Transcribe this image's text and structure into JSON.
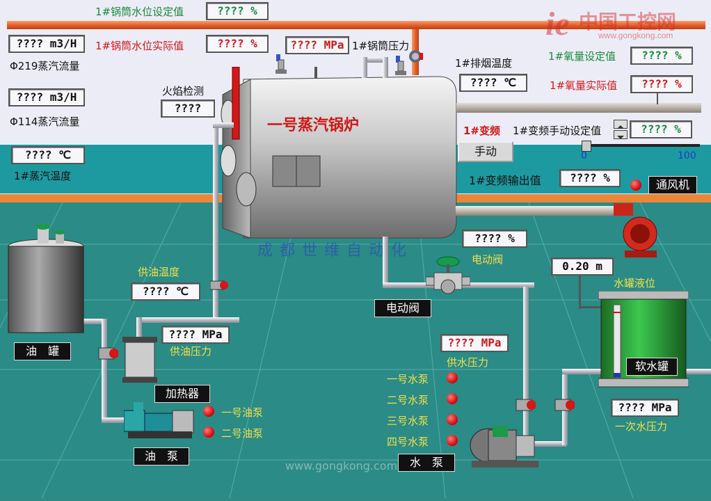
{
  "labels": {
    "drum_level_set": "1#锅筒水位设定值",
    "drum_level_actual": "1#锅筒水位实际值",
    "drum_pressure": "1#锅筒压力",
    "flow_219": "Φ219蒸汽流量",
    "flow_114": "Φ114蒸汽流量",
    "steam_temp": "1#蒸汽温度",
    "flame_detect": "火焰检测",
    "boiler_name": "一号蒸汽锅炉",
    "exhaust_temp": "1#排烟温度",
    "o2_set": "1#氧量设定值",
    "o2_actual": "1#氧量实际值",
    "vfd": "1#变频",
    "vfd_manual_set": "1#变频手动设定值",
    "vfd_output": "1#变频输出值",
    "fan": "通风机",
    "watermark_cn": "成都世维自动化",
    "oil_supply_temp": "供油温度",
    "oil_supply_pressure": "供油压力",
    "oil_tank": "油　罐",
    "heater": "加热器",
    "oil_pump_1": "一号油泵",
    "oil_pump_2": "二号油泵",
    "oil_pump": "油　泵",
    "electric_valve_upper": "电动阀",
    "electric_valve_tag": "电动阀",
    "water_supply_pressure": "供水压力",
    "water_pump_1": "一号水泵",
    "water_pump_2": "二号水泵",
    "water_pump_3": "三号水泵",
    "water_pump_4": "四号水泵",
    "water_pump": "水　泵",
    "tank_level": "水罐液位",
    "soft_water_tank": "软水罐",
    "primary_water_pressure": "一次水压力",
    "watermark_url": "www.gongkong.com",
    "logo_cn": "中国工控网",
    "logo_url": "www.gongkong.com"
  },
  "values": {
    "drum_level_set": "???? %",
    "drum_level_actual": "???? %",
    "drum_pressure": "???? MPa",
    "flow_219": "???? m3/H",
    "flow_114": "???? m3/H",
    "steam_temp": "???? ℃",
    "flame_detect": "????",
    "exhaust_temp": "???? ℃",
    "o2_set": "???? %",
    "o2_actual": "???? %",
    "vfd_manual_set": "???? %",
    "vfd_output": "???? %",
    "electric_valve": "???? %",
    "oil_supply_temp": "???? ℃",
    "oil_supply_pressure": "???? MPa",
    "water_supply_pressure": "???? MPa",
    "tank_level": "0.20 m",
    "primary_water_pressure": "???? MPa"
  },
  "controls": {
    "manual_button": "手动",
    "slider_min": "0",
    "slider_max": "100",
    "slider_value": 0
  },
  "colors": {
    "wall": "#ececf6",
    "floor": "#2b8b86",
    "orange_pipe": "#e8873a",
    "alarm_red": "#d81010",
    "logo_red": "#d6252a"
  }
}
